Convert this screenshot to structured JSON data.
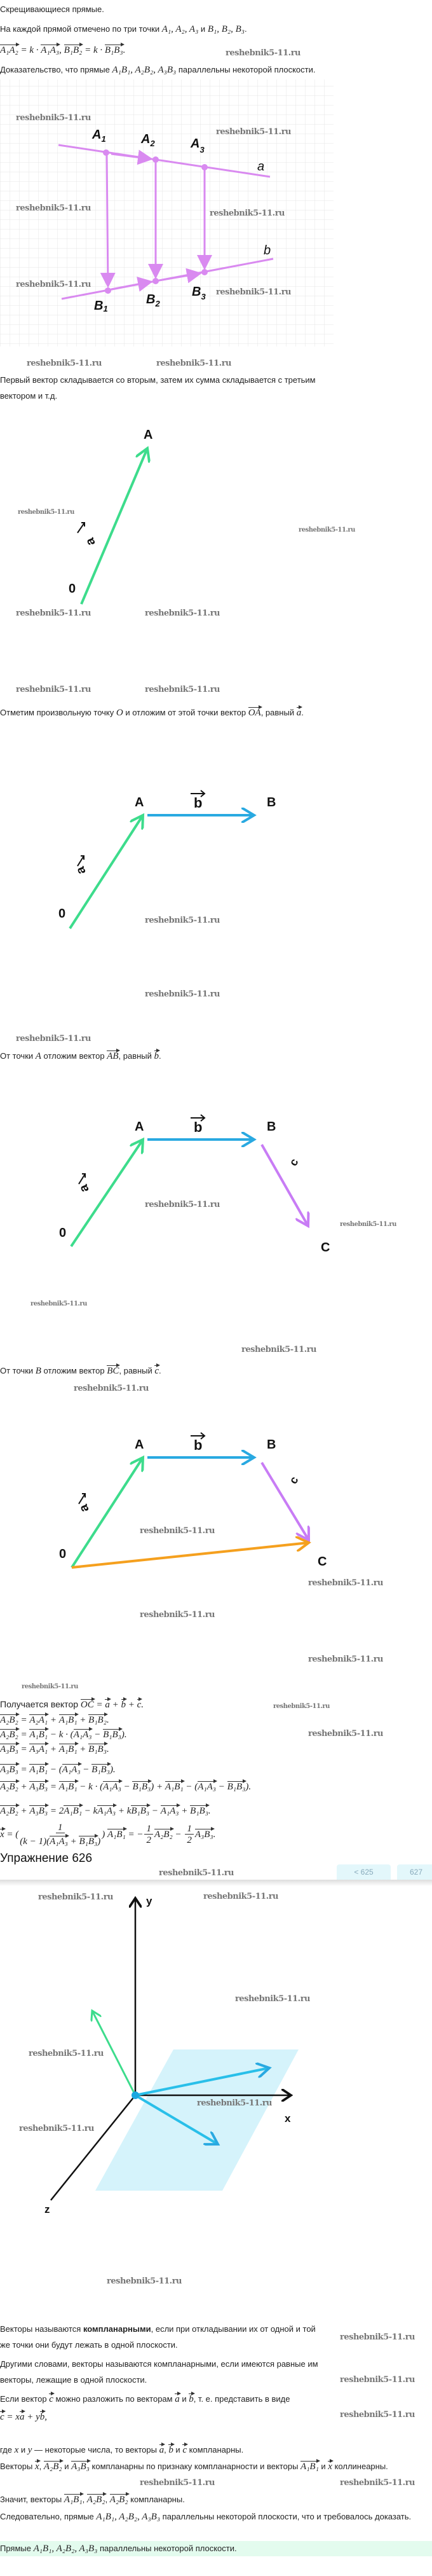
{
  "watermark": "reshebnik5-11.ru",
  "intro": {
    "title": "Скрещивающиеся прямые.",
    "given": [
      {
        "t": "На каждой прямой отмечено по три точки "
      },
      {
        "m": "A₁, A₂, A₃"
      },
      {
        "t": " и "
      },
      {
        "m": "B₁, B₂, B₃"
      },
      {
        "t": "."
      }
    ],
    "relation": [
      {
        "v": "A₁A₂"
      },
      {
        "m": " = k · "
      },
      {
        "v": "A₁A₃"
      },
      {
        "m": ", "
      },
      {
        "v": "B₁B₂"
      },
      {
        "m": " = k · "
      },
      {
        "v": "B₁B₃"
      },
      {
        "m": "."
      }
    ],
    "goal": [
      {
        "t": "Доказательство, что прямые "
      },
      {
        "m": "A₁B₁, A₂B₂, A₃B₃"
      },
      {
        "t": " параллельны некоторой плоскости."
      }
    ]
  },
  "diagram1": {
    "labels": {
      "A1": "A",
      "A2": "A",
      "A3": "A",
      "B1": "B",
      "B2": "B",
      "B3": "B",
      "s1": "1",
      "s2": "2",
      "s3": "3",
      "a": "a",
      "b": "b"
    },
    "line_color": "#d98af0"
  },
  "step1": [
    {
      "t": "Первый вектор складывается со вторым, затем их сумма складывается с третьим вектором и т.д."
    }
  ],
  "step2": [
    {
      "t": "Отметим произвольную точку "
    },
    {
      "m": "O"
    },
    {
      "t": " и отложим от этой точки вектор "
    },
    {
      "v": "OA"
    },
    {
      "t": ", равный "
    },
    {
      "v": "a"
    },
    {
      "t": "."
    }
  ],
  "step3": [
    {
      "t": "От точки "
    },
    {
      "m": "A"
    },
    {
      "t": " отложим вектор "
    },
    {
      "v": "AB"
    },
    {
      "t": ", равный "
    },
    {
      "v": "b"
    },
    {
      "t": "."
    }
  ],
  "step4": [
    {
      "t": "От точки "
    },
    {
      "m": "B"
    },
    {
      "t": " отложим вектор "
    },
    {
      "v": "BC"
    },
    {
      "t": ", равный "
    },
    {
      "v": "c"
    },
    {
      "t": "."
    }
  ],
  "vector_labels": {
    "O": "0",
    "A": "A",
    "B": "B",
    "C": "C",
    "a": "a",
    "b": "b",
    "c": "c"
  },
  "colors": {
    "a": "#3ddc8c",
    "b": "#29a9e1",
    "c": "#c87cf5",
    "sum": "#f5a01e"
  },
  "equations": [
    [
      {
        "t": "Получается вектор "
      },
      {
        "v": "OC"
      },
      {
        "m": " = "
      },
      {
        "v": "a"
      },
      {
        "m": " + "
      },
      {
        "v": "b"
      },
      {
        "m": " + "
      },
      {
        "v": "c"
      },
      {
        "m": "."
      }
    ],
    [
      {
        "v": "A₂B₂"
      },
      {
        "m": " = "
      },
      {
        "v": "A₂A₁"
      },
      {
        "m": " + "
      },
      {
        "v": "A₁B₁"
      },
      {
        "m": " + "
      },
      {
        "v": "B₁B₂"
      },
      {
        "m": "."
      }
    ],
    [
      {
        "v": "A₂B₂"
      },
      {
        "m": " = "
      },
      {
        "v": "A₁B₁"
      },
      {
        "m": " − k · ("
      },
      {
        "v": "A₁A₃"
      },
      {
        "m": " − "
      },
      {
        "v": "B₁B₃"
      },
      {
        "m": ")."
      }
    ],
    [
      {
        "v": "A₃B₃"
      },
      {
        "m": " = "
      },
      {
        "v": "A₃A₁"
      },
      {
        "m": " + "
      },
      {
        "v": "A₁B₁"
      },
      {
        "m": " + "
      },
      {
        "v": "B₁B₃"
      },
      {
        "m": "."
      }
    ],
    [
      {
        "v": "A₃B₃"
      },
      {
        "m": " = "
      },
      {
        "v": "A₁B₁"
      },
      {
        "m": " − ("
      },
      {
        "v": "A₁A₃"
      },
      {
        "m": " − "
      },
      {
        "v": "B₁B₃"
      },
      {
        "m": ")."
      }
    ],
    [
      {
        "v": "A₂B₂"
      },
      {
        "m": " + "
      },
      {
        "v": "A₃B₃"
      },
      {
        "m": " = "
      },
      {
        "v": "A₁B₁"
      },
      {
        "m": " − k · ("
      },
      {
        "v": "A₁A₃"
      },
      {
        "m": " − "
      },
      {
        "v": "B₁B₃"
      },
      {
        "m": ") + "
      },
      {
        "v": "A₁B₁"
      },
      {
        "m": " − ("
      },
      {
        "v": "A₁A₃"
      },
      {
        "m": " − "
      },
      {
        "v": "B₁B₃"
      },
      {
        "m": ")."
      }
    ],
    [
      {
        "v": "A₂B₂"
      },
      {
        "m": " + "
      },
      {
        "v": "A₃B₃"
      },
      {
        "m": " = 2"
      },
      {
        "v": "A₁B₁"
      },
      {
        "m": " − k"
      },
      {
        "v": "A₁A₃"
      },
      {
        "m": " + k"
      },
      {
        "v": "B₁B₃"
      },
      {
        "m": " − "
      },
      {
        "v": "A₁A₃"
      },
      {
        "m": " + "
      },
      {
        "v": "B₁B₃"
      },
      {
        "m": "."
      }
    ],
    [
      {
        "v": "x"
      },
      {
        "m": " = ("
      },
      {
        "frac": {
          "num": "1",
          "den": [
            {
              "m": "(k − 1)("
            },
            {
              "v": "A₁A₃"
            },
            {
              "m": " + "
            },
            {
              "v": "B₁B₃"
            },
            {
              "m": ")"
            }
          ]
        }
      },
      {
        "m": ") "
      },
      {
        "v": "A₁B₁"
      },
      {
        "m": " = −"
      },
      {
        "frac": {
          "num": "1",
          "den": [
            {
              "m": "2"
            }
          ]
        }
      },
      {
        "v": "A₂B₂"
      },
      {
        "m": " − "
      },
      {
        "frac": {
          "num": "1",
          "den": [
            {
              "m": "2"
            }
          ]
        }
      },
      {
        "v": "A₃B₃"
      },
      {
        "m": "."
      }
    ]
  ],
  "exercise": {
    "heading": "Упражнение 626",
    "prev_label": "< 625",
    "next_label": "627"
  },
  "axes": {
    "x": "x",
    "y": "y",
    "z": "z"
  },
  "theory": [
    [
      {
        "t": "Векторы называются "
      },
      {
        "b": "компланарными"
      },
      {
        "t": ", если при откладывании их от одной и той же точки они будут лежать в одной плоскости."
      }
    ],
    [
      {
        "t": "Другими словами, векторы называются компланарными, если имеются равные им векторы, лежащие в одной плоскости."
      }
    ],
    [
      {
        "t": "Если вектор "
      },
      {
        "v": "c"
      },
      {
        "t": " можно разложить по векторам "
      },
      {
        "v": "a"
      },
      {
        "t": " и "
      },
      {
        "v": "b"
      },
      {
        "t": ", т. е. представить в виде"
      }
    ],
    [
      {
        "v": "c"
      },
      {
        "m": " = x"
      },
      {
        "v": "a"
      },
      {
        "m": " + y"
      },
      {
        "v": "b"
      },
      {
        "m": ","
      }
    ],
    [
      {
        "t": "где "
      },
      {
        "m": "x"
      },
      {
        "t": " и "
      },
      {
        "m": "y"
      },
      {
        "t": " — некоторые числа, то векторы "
      },
      {
        "v": "a"
      },
      {
        "t": ", "
      },
      {
        "v": "b"
      },
      {
        "t": " и "
      },
      {
        "v": "c"
      },
      {
        "t": " компланарны."
      }
    ],
    [
      {
        "t": "Векторы "
      },
      {
        "v": "x"
      },
      {
        "t": ", "
      },
      {
        "v": "A₂B₂"
      },
      {
        "t": " и "
      },
      {
        "v": "A₃B₃"
      },
      {
        "t": " компланарны по признаку компланарности и векторы "
      },
      {
        "v": "A₁B₁"
      },
      {
        "t": " и "
      },
      {
        "v": "x"
      },
      {
        "t": " коллинеарны."
      }
    ],
    [
      {
        "t": "Значит, векторы "
      },
      {
        "v": "A₁B₁"
      },
      {
        "t": ", "
      },
      {
        "v": "A₂B₂"
      },
      {
        "t": ", "
      },
      {
        "v": "A₂B₂"
      },
      {
        "t": " компланарны."
      }
    ],
    [
      {
        "t": "Следовательно, прямые "
      },
      {
        "m": "A₁B₁, A₂B₂, A₃B₃"
      },
      {
        "t": " параллельны некоторой плоскости, что и требовалось доказать."
      }
    ]
  ],
  "answer": [
    {
      "t": "Прямые "
    },
    {
      "m": "A₁B₁, A₂B₂, A₃B₃"
    },
    {
      "t": " параллельны некоторой плоскости."
    }
  ]
}
